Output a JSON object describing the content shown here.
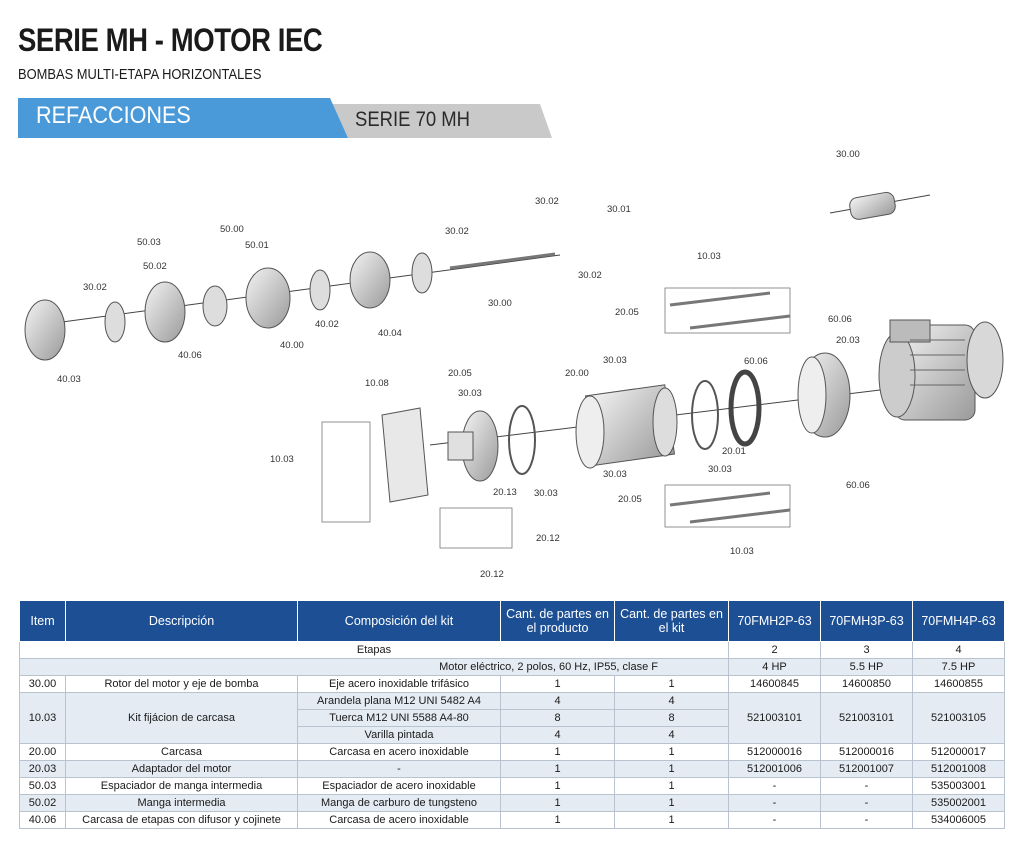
{
  "header": {
    "title": "SERIE MH - MOTOR IEC",
    "subtitle": "BOMBAS MULTI-ETAPA HORIZONTALES",
    "banner_left": "REFACCIONES",
    "banner_right": "SERIE 70 MH"
  },
  "colors": {
    "brand_blue": "#1d4f94",
    "banner_blue": "#4a9ad9",
    "banner_gray": "#c9c9c9",
    "row_alt": "#e4ebf3"
  },
  "diagram_labels": {
    "l_30_00_top": "30.00",
    "l_30_02_a": "30.02",
    "l_30_01": "30.01",
    "l_30_02_b": "30.02",
    "l_30_02_c": "30.02",
    "l_30_00_shaft": "30.00",
    "l_50_00": "50.00",
    "l_50_01": "50.01",
    "l_50_03": "50.03",
    "l_50_02": "50.02",
    "l_30_02_d": "30.02",
    "l_40_02": "40.02",
    "l_40_04": "40.04",
    "l_40_00": "40.00",
    "l_40_06": "40.06",
    "l_40_03": "40.03",
    "l_10_03_top": "10.03",
    "l_20_05_a": "20.05",
    "l_30_03_a": "30.03",
    "l_20_00": "20.00",
    "l_60_06_a": "60.06",
    "l_60_06_b": "60.06",
    "l_20_03": "20.03",
    "l_10_08": "10.08",
    "l_20_05_b": "20.05",
    "l_30_03_b": "30.03",
    "l_10_03_left": "10.03",
    "l_20_13": "20.13",
    "l_30_03_c": "30.03",
    "l_30_03_d": "30.03",
    "l_20_01": "20.01",
    "l_30_03_e": "30.03",
    "l_20_05_c": "20.05",
    "l_60_06_c": "60.06",
    "l_20_12_a": "20.12",
    "l_20_12_b": "20.12",
    "l_10_03_bottom": "10.03"
  },
  "table": {
    "headers": [
      "Item",
      "Descripción",
      "Composición del kit",
      "Cant. de partes en el producto",
      "Cant. de partes en el kit",
      "70FMH2P-63",
      "70FMH3P-63",
      "70FMH4P-63"
    ],
    "etapas": {
      "label": "Etapas",
      "values": [
        "2",
        "3",
        "4"
      ]
    },
    "motor": {
      "label": "Motor eléctrico, 2 polos, 60 Hz, IP55, clase F",
      "values": [
        "4 HP",
        "5.5 HP",
        "7.5 HP"
      ]
    },
    "r3000": {
      "item": "30.00",
      "desc": "Rotor del motor y eje de bomba",
      "comp": "Eje acero inoxidable trifásico",
      "prod": "1",
      "kit": "1",
      "m1": "14600845",
      "m2": "14600850",
      "m3": "14600855"
    },
    "r1003": {
      "item": "10.03",
      "desc": "Kit fijácion de carcasa",
      "comp1": "Arandela plana M12 UNI 5482 A4",
      "prod1": "4",
      "kit1": "4",
      "comp2": "Tuerca M12 UNI 5588 A4-80",
      "prod2": "8",
      "kit2": "8",
      "comp3": "Varilla pintada",
      "prod3": "4",
      "kit3": "4",
      "m1": "521003101",
      "m2": "521003101",
      "m3": "521003105"
    },
    "r2000": {
      "item": "20.00",
      "desc": "Carcasa",
      "comp": "Carcasa en acero inoxidable",
      "prod": "1",
      "kit": "1",
      "m1": "512000016",
      "m2": "512000016",
      "m3": "512000017"
    },
    "r2003": {
      "item": "20.03",
      "desc": "Adaptador del motor",
      "comp": "-",
      "prod": "1",
      "kit": "1",
      "m1": "512001006",
      "m2": "512001007",
      "m3": "512001008"
    },
    "r5003": {
      "item": "50.03",
      "desc": "Espaciador de manga intermedia",
      "comp": "Espaciador de acero inoxidable",
      "prod": "1",
      "kit": "1",
      "m1": "-",
      "m2": "-",
      "m3": "535003001"
    },
    "r5002": {
      "item": "50.02",
      "desc": "Manga intermedia",
      "comp": "Manga de carburo de tungsteno",
      "prod": "1",
      "kit": "1",
      "m1": "-",
      "m2": "-",
      "m3": "535002001"
    },
    "r4006": {
      "item": "40.06",
      "desc": "Carcasa de etapas con difusor y cojinete",
      "comp": "Carcasa de acero inoxidable",
      "prod": "1",
      "kit": "1",
      "m1": "-",
      "m2": "-",
      "m3": "534006005"
    }
  }
}
